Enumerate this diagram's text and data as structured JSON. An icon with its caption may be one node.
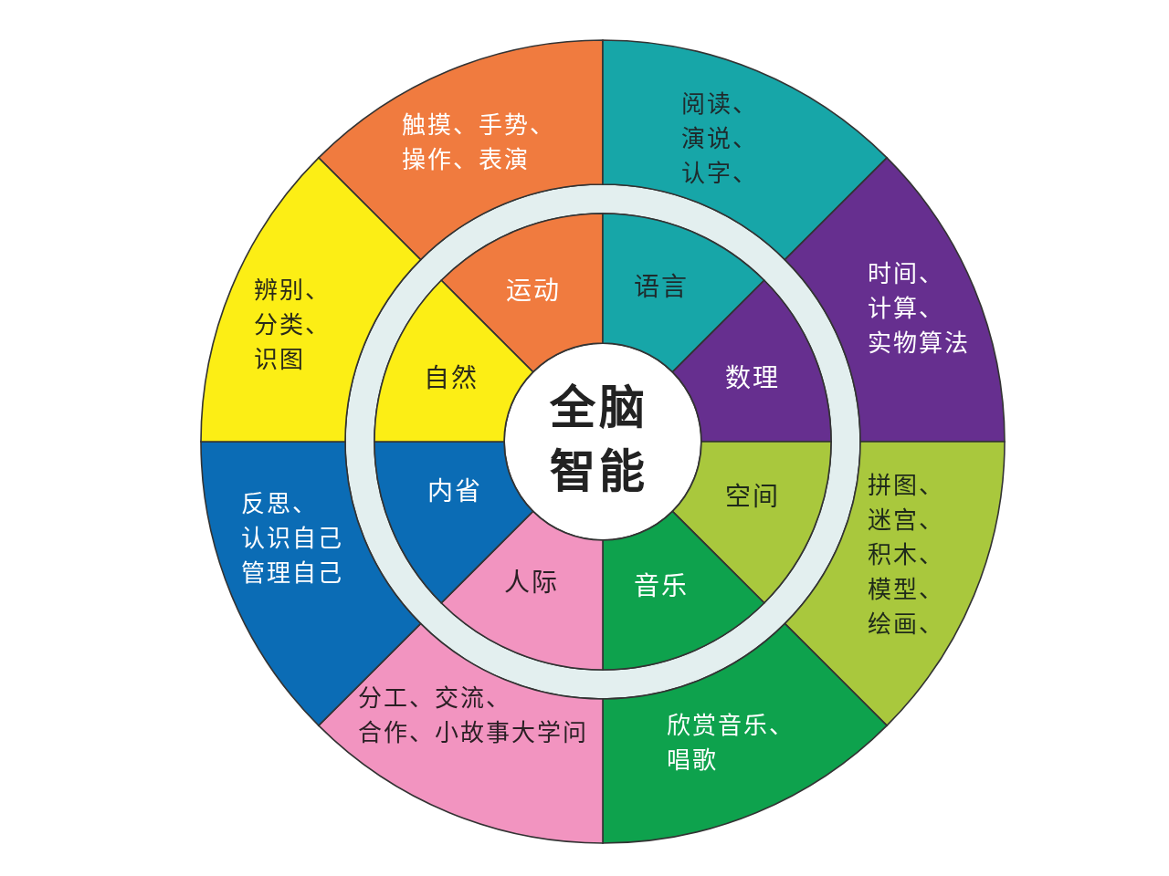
{
  "diagram": {
    "nodes": [
      {
        "text": [
          "全脑智能"
        ]
      },
      {
        "text": [
          "运动"
        ]
      },
      {
        "text": [
          "语言"
        ]
      },
      {
        "text": [
          "数理"
        ]
      },
      {
        "text": [
          "空间"
        ]
      },
      {
        "text": [
          "音乐"
        ]
      },
      {
        "text": [
          "人际"
        ]
      },
      {
        "text": [
          "内省"
        ]
      },
      {
        "text": [
          "自然"
        ]
      },
      {
        "text": [
          "触摸、手势、操作、表演"
        ]
      },
      {
        "text": [
          "阅读、演说、认字、"
        ]
      },
      {
        "text": [
          "时间、计算、实物算法"
        ]
      },
      {
        "text": [
          "拼图、迷宫、积木、模型、绘画、"
        ]
      },
      {
        "text": [
          "欣赏音乐、唱歌"
        ]
      },
      {
        "text": [
          "分工、交流、合作、小故事大学问"
        ]
      },
      {
        "text": [
          "反思、认识自己管理自己"
        ]
      },
      {
        "text": [
          "辨别、分类、识图"
        ]
      }
    ]
  }
}
